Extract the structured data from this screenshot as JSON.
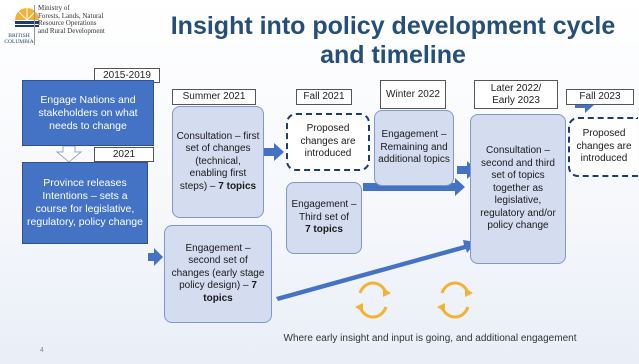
{
  "header": {
    "ministry_lines": [
      "Ministry of",
      "Forests, Lands, Natural",
      "Resource Operations",
      "and Rural Development"
    ],
    "logo_name_lines": [
      "BRITISH",
      "COLUMBIA"
    ],
    "title": "Insight into policy development cycle and timeline"
  },
  "timeline": {
    "left_stage1": {
      "period": "2015-2019",
      "text": "Engage Nations and stakeholders on what needs to change"
    },
    "left_stage2": {
      "period": "2021",
      "text": "Province releases Intentions – sets a course for legislative, regulatory, policy change"
    },
    "summer_2021": {
      "period": "Summer 2021",
      "consultation_text": "Consultation – first set of changes (technical, enabling first steps) –",
      "consultation_bold": "7 topics",
      "engagement_text": "Engagement – second set of changes (early stage policy design) –",
      "engagement_bold": "7 topics"
    },
    "fall_2021": {
      "period": "Fall 2021",
      "proposed_text": "Proposed changes are introduced",
      "engagement_text": "Engagement – Third set of",
      "engagement_bold": "7 topics"
    },
    "winter_2022": {
      "period": "Winter 2022",
      "engagement_text": "Engagement – Remaining and additional topics"
    },
    "later_2022": {
      "period": "Later 2022/ Early 2023",
      "consultation_text": "Consultation – second and third set of topics together as legislative, regulatory and/or policy change"
    },
    "fall_2023": {
      "period": "Fall 2023",
      "proposed_text": "Proposed changes are introduced"
    }
  },
  "footer": {
    "cycle_caption": "Where early insight and input is going, and additional engagement",
    "slide_number": "4"
  },
  "colors": {
    "dark_box": "#4472c4",
    "light_box": "#d4dcef",
    "title": "#254e78",
    "arrow": "#4472c4",
    "cycle_arrow": "#f2b233"
  }
}
